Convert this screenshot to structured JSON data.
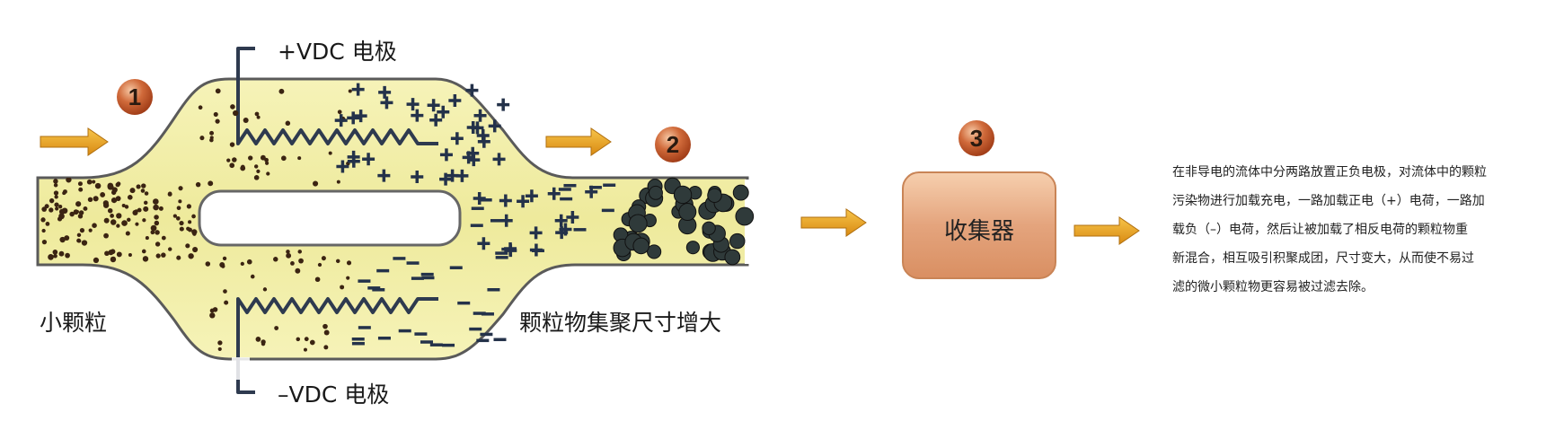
{
  "labels": {
    "pos_electrode": "+VDC  电极",
    "neg_electrode": "–VDC  电极",
    "small_particles": "小颗粒",
    "aggregated": "颗粒物集聚尺寸增大",
    "collector": "收集器"
  },
  "steps": [
    "1",
    "2",
    "3"
  ],
  "description": [
    "在非导电的流体中分两路放置正负电极，对流体中的颗粒",
    "污染物进行加载充电，一路加载正电（+）电荷，一路加",
    "载负（–）电荷，然后让被加载了相反电荷的颗粒物重",
    "新混合，相互吸引积聚成团，尺寸变大，从而使不易过",
    "滤的微小颗粒物更容易被过滤去除。"
  ],
  "colors": {
    "fluid_fill": "#f3f0a8",
    "fluid_stroke": "#555555",
    "arrow": "#e8a62a",
    "badge": "#c6562a",
    "collector": "#e3a17a",
    "electrode": "#2e3a4f",
    "particle": "#3b2412",
    "charge": "#24324a"
  }
}
